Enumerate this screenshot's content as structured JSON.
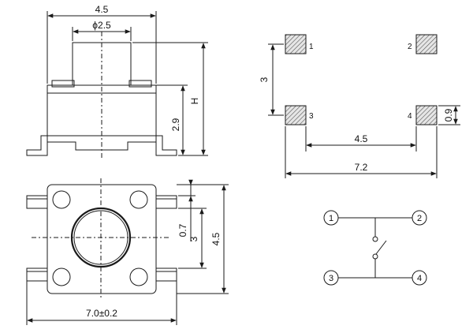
{
  "colors": {
    "line": "#1a1a1a",
    "pad_fill": "#cfcfcf",
    "background": "#ffffff"
  },
  "side_view": {
    "width_label": "4.5",
    "plunger_label": "ϕ2.5",
    "height_label": "H",
    "body_height_label": "2.9"
  },
  "top_view": {
    "pitch_label": "0.7",
    "inner_spacing_label": "3",
    "overall_spacing_label": "4.5",
    "width_label": "7.0±0.2"
  },
  "footprint": {
    "pad_numbers": [
      "1",
      "2",
      "3",
      "4"
    ],
    "vertical_spacing_label": "3",
    "inner_spacing_label": "4.5",
    "overall_label": "7.2",
    "pad_height_label": "0.9"
  },
  "schematic": {
    "terminals": [
      "1",
      "2",
      "3",
      "4"
    ]
  }
}
